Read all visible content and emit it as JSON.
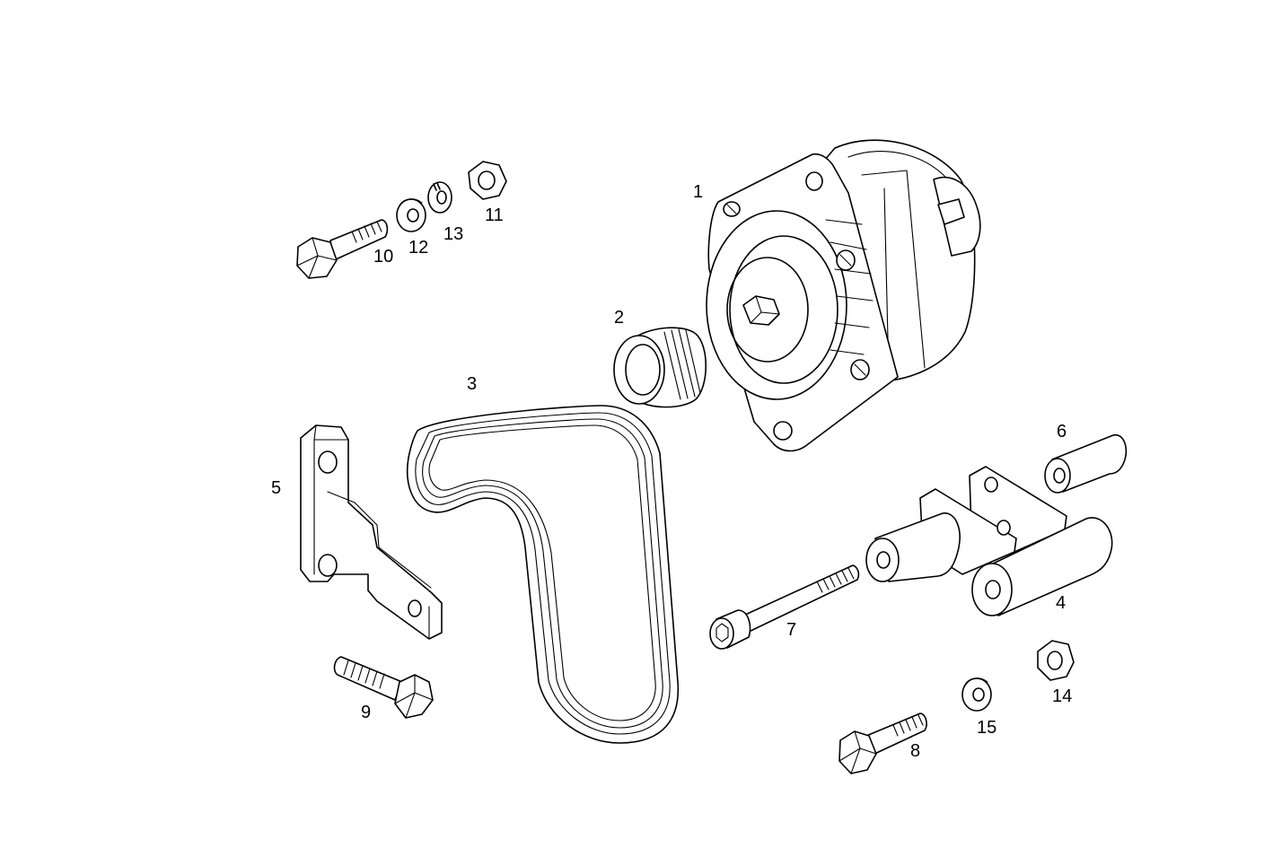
{
  "diagram": {
    "parts": [
      {
        "id": "1",
        "label": "1",
        "icon": "alternator-icon"
      },
      {
        "id": "2",
        "label": "2",
        "icon": "pulley-icon"
      },
      {
        "id": "3",
        "label": "3",
        "icon": "belt-icon"
      },
      {
        "id": "4",
        "label": "4",
        "icon": "bracket-icon"
      },
      {
        "id": "5",
        "label": "5",
        "icon": "plate-icon"
      },
      {
        "id": "6",
        "label": "6",
        "icon": "bushing-icon"
      },
      {
        "id": "7",
        "label": "7",
        "icon": "socket-screw-icon"
      },
      {
        "id": "8",
        "label": "8",
        "icon": "bolt-icon"
      },
      {
        "id": "9",
        "label": "9",
        "icon": "bolt-icon"
      },
      {
        "id": "10",
        "label": "10",
        "icon": "bolt-icon"
      },
      {
        "id": "11",
        "label": "11",
        "icon": "nut-icon"
      },
      {
        "id": "12",
        "label": "12",
        "icon": "washer-icon"
      },
      {
        "id": "13",
        "label": "13",
        "icon": "spring-washer-icon"
      },
      {
        "id": "14",
        "label": "14",
        "icon": "nut-icon"
      },
      {
        "id": "15",
        "label": "15",
        "icon": "washer-icon"
      }
    ]
  }
}
